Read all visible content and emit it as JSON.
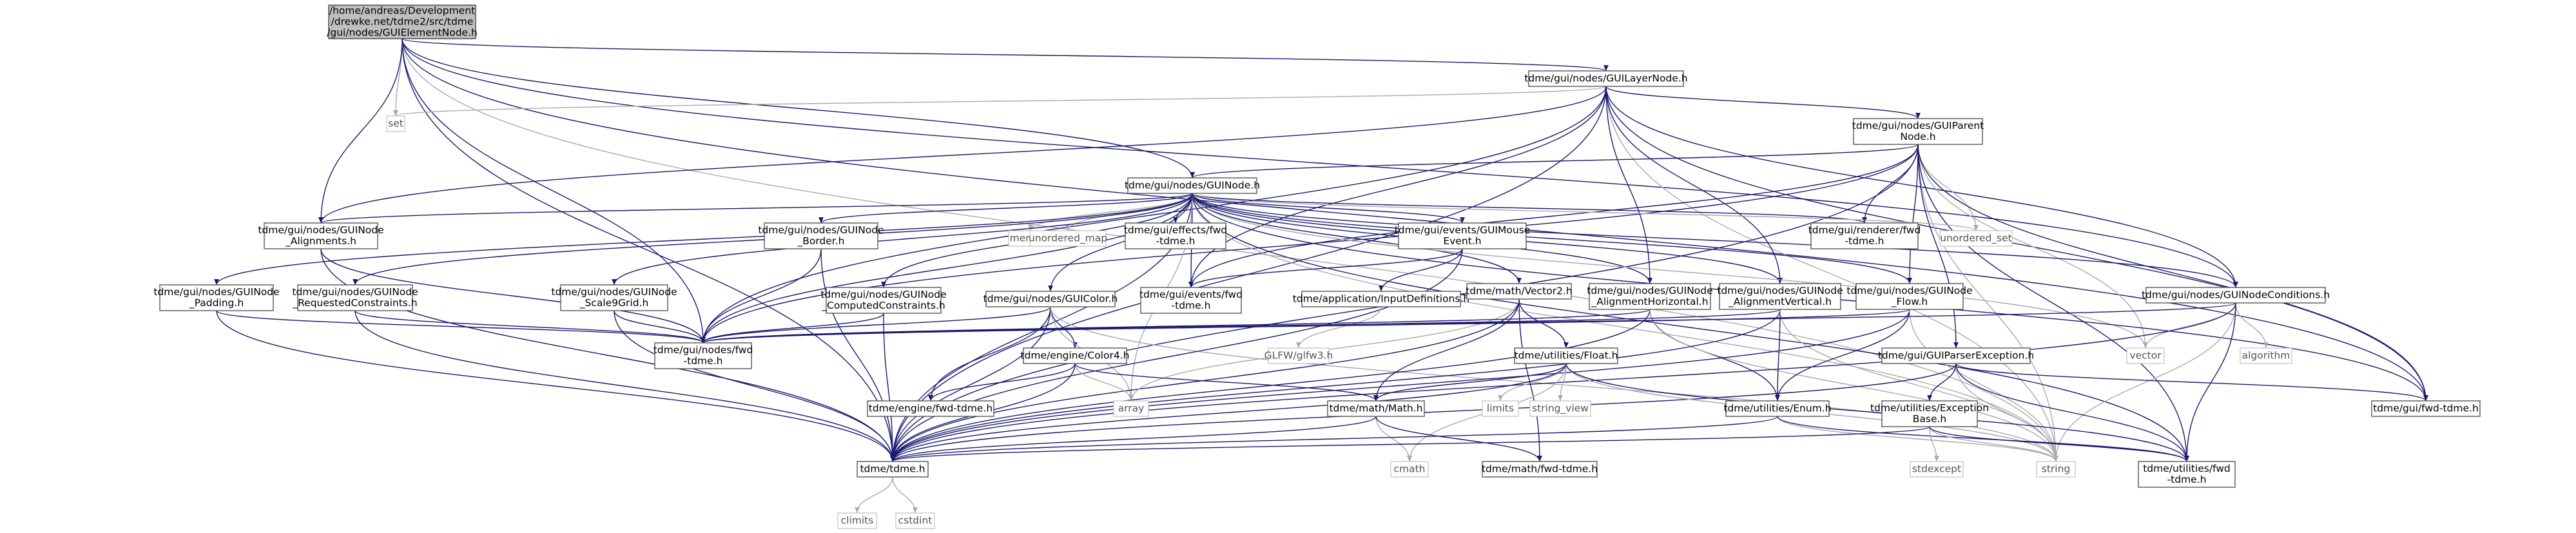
{
  "diagram": {
    "nodes": [
      {
        "id": "root",
        "lines": [
          "/home/andreas/Development",
          "/drewke.net/tdme2/src/tdme",
          "/gui/nodes/GUIElementNode.h"
        ],
        "kind": "root"
      },
      {
        "id": "layer",
        "lines": [
          "tdme/gui/nodes/GUILayerNode.h"
        ],
        "kind": "header"
      },
      {
        "id": "set",
        "lines": [
          "set"
        ],
        "kind": "sys"
      },
      {
        "id": "parent",
        "lines": [
          "tdme/gui/nodes/GUIParent",
          "Node.h"
        ],
        "kind": "header"
      },
      {
        "id": "guinode",
        "lines": [
          "tdme/gui/nodes/GUINode.h"
        ],
        "kind": "header"
      },
      {
        "id": "alignments",
        "lines": [
          "tdme/gui/nodes/GUINode",
          "_Alignments.h"
        ],
        "kind": "header"
      },
      {
        "id": "memory",
        "lines": [
          "memory"
        ],
        "kind": "sys"
      },
      {
        "id": "unordered_map",
        "lines": [
          "unordered_map"
        ],
        "kind": "sys"
      },
      {
        "id": "effects",
        "lines": [
          "tdme/gui/effects/fwd",
          "-tdme.h"
        ],
        "kind": "header"
      },
      {
        "id": "mouseevent",
        "lines": [
          "tdme/gui/events/GUIMouse",
          "Event.h"
        ],
        "kind": "header"
      },
      {
        "id": "renderer",
        "lines": [
          "tdme/gui/renderer/fwd",
          "-tdme.h"
        ],
        "kind": "header"
      },
      {
        "id": "unordered_set",
        "lines": [
          "unordered_set"
        ],
        "kind": "sys"
      },
      {
        "id": "padding",
        "lines": [
          "tdme/gui/nodes/GUINode",
          "_Padding.h"
        ],
        "kind": "header"
      },
      {
        "id": "reqconstraints",
        "lines": [
          "tdme/gui/nodes/GUINode",
          "_RequestedConstraints.h"
        ],
        "kind": "header"
      },
      {
        "id": "scale9",
        "lines": [
          "tdme/gui/nodes/GUINode",
          "_Scale9Grid.h"
        ],
        "kind": "header"
      },
      {
        "id": "border",
        "lines": [
          "tdme/gui/nodes/GUINode",
          "_Border.h"
        ],
        "kind": "header"
      },
      {
        "id": "compconstraints",
        "lines": [
          "tdme/gui/nodes/GUINode",
          "_ComputedConstraints.h"
        ],
        "kind": "header"
      },
      {
        "id": "guicolor",
        "lines": [
          "tdme/gui/nodes/GUIColor.h"
        ],
        "kind": "header"
      },
      {
        "id": "eventsfwd",
        "lines": [
          "tdme/gui/events/fwd",
          "-tdme.h"
        ],
        "kind": "header"
      },
      {
        "id": "inputdefs",
        "lines": [
          "tdme/application/InputDefinitions.h"
        ],
        "kind": "header"
      },
      {
        "id": "vector2",
        "lines": [
          "tdme/math/Vector2.h"
        ],
        "kind": "header"
      },
      {
        "id": "alignh",
        "lines": [
          "tdme/gui/nodes/GUINode",
          "_AlignmentHorizontal.h"
        ],
        "kind": "header"
      },
      {
        "id": "alignv",
        "lines": [
          "tdme/gui/nodes/GUINode",
          "_AlignmentVertical.h"
        ],
        "kind": "header"
      },
      {
        "id": "flow",
        "lines": [
          "tdme/gui/nodes/GUINode",
          "_Flow.h"
        ],
        "kind": "header"
      },
      {
        "id": "conditions",
        "lines": [
          "tdme/gui/nodes/GUINodeConditions.h"
        ],
        "kind": "header"
      },
      {
        "id": "nodesfwd",
        "lines": [
          "tdme/gui/nodes/fwd",
          "-tdme.h"
        ],
        "kind": "header"
      },
      {
        "id": "glfw",
        "lines": [
          "GLFW/glfw3.h"
        ],
        "kind": "sys"
      },
      {
        "id": "vector",
        "lines": [
          "vector"
        ],
        "kind": "sys"
      },
      {
        "id": "parserexc",
        "lines": [
          "tdme/gui/GUIParserException.h"
        ],
        "kind": "header"
      },
      {
        "id": "algorithm",
        "lines": [
          "algorithm"
        ],
        "kind": "sys"
      },
      {
        "id": "colorh",
        "lines": [
          "tdme/engine/Color4.h"
        ],
        "kind": "header"
      },
      {
        "id": "float",
        "lines": [
          "tdme/utilities/Float.h"
        ],
        "kind": "header"
      },
      {
        "id": "engfwd",
        "lines": [
          "tdme/engine/fwd-tdme.h"
        ],
        "kind": "header"
      },
      {
        "id": "array",
        "lines": [
          "array"
        ],
        "kind": "sys"
      },
      {
        "id": "limits",
        "lines": [
          "limits"
        ],
        "kind": "sys"
      },
      {
        "id": "string_view",
        "lines": [
          "string_view"
        ],
        "kind": "sys"
      },
      {
        "id": "mathh",
        "lines": [
          "tdme/math/Math.h"
        ],
        "kind": "header"
      },
      {
        "id": "enum",
        "lines": [
          "tdme/utilities/Enum.h"
        ],
        "kind": "header"
      },
      {
        "id": "excbase",
        "lines": [
          "tdme/utilities/Exception",
          "Base.h"
        ],
        "kind": "header"
      },
      {
        "id": "guifwd",
        "lines": [
          "tdme/gui/fwd-tdme.h"
        ],
        "kind": "header"
      },
      {
        "id": "tdmeh",
        "lines": [
          "tdme/tdme.h"
        ],
        "kind": "header"
      },
      {
        "id": "cmath",
        "lines": [
          "cmath"
        ],
        "kind": "sys"
      },
      {
        "id": "mathfwd",
        "lines": [
          "tdme/math/fwd-tdme.h"
        ],
        "kind": "header"
      },
      {
        "id": "stdexcept",
        "lines": [
          "stdexcept"
        ],
        "kind": "sys"
      },
      {
        "id": "string",
        "lines": [
          "string"
        ],
        "kind": "sys"
      },
      {
        "id": "utilfwd",
        "lines": [
          "tdme/utilities/fwd",
          "-tdme.h"
        ],
        "kind": "header"
      },
      {
        "id": "climits",
        "lines": [
          "climits"
        ],
        "kind": "sys"
      },
      {
        "id": "cstdint",
        "lines": [
          "cstdint"
        ],
        "kind": "sys"
      }
    ],
    "edges": [
      [
        "root",
        "layer"
      ],
      [
        "root",
        "set"
      ],
      [
        "root",
        "alignments"
      ],
      [
        "root",
        "conditions"
      ],
      [
        "root",
        "nodesfwd"
      ],
      [
        "root",
        "tdmeh"
      ],
      [
        "root",
        "string"
      ],
      [
        "root",
        "guifwd"
      ],
      [
        "root",
        "guinode"
      ],
      [
        "layer",
        "set"
      ],
      [
        "layer",
        "parent"
      ],
      [
        "layer",
        "alignments"
      ],
      [
        "layer",
        "conditions"
      ],
      [
        "layer",
        "nodesfwd"
      ],
      [
        "layer",
        "tdmeh"
      ],
      [
        "layer",
        "string"
      ],
      [
        "layer",
        "guifwd"
      ],
      [
        "layer",
        "eventsfwd"
      ],
      [
        "layer",
        "alignh"
      ],
      [
        "layer",
        "alignv"
      ],
      [
        "parent",
        "guinode"
      ],
      [
        "parent",
        "renderer"
      ],
      [
        "parent",
        "unordered_set"
      ],
      [
        "parent",
        "vector"
      ],
      [
        "parent",
        "string"
      ],
      [
        "parent",
        "eventsfwd"
      ],
      [
        "parent",
        "parserexc"
      ],
      [
        "parent",
        "flow"
      ],
      [
        "parent",
        "guifwd"
      ],
      [
        "parent",
        "utilfwd"
      ],
      [
        "parent",
        "tdmeh"
      ],
      [
        "parent",
        "nodesfwd"
      ],
      [
        "guinode",
        "alignments"
      ],
      [
        "guinode",
        "memory"
      ],
      [
        "guinode",
        "unordered_map"
      ],
      [
        "guinode",
        "effects"
      ],
      [
        "guinode",
        "mouseevent"
      ],
      [
        "guinode",
        "renderer"
      ],
      [
        "guinode",
        "unordered_set"
      ],
      [
        "guinode",
        "padding"
      ],
      [
        "guinode",
        "reqconstraints"
      ],
      [
        "guinode",
        "scale9"
      ],
      [
        "guinode",
        "border"
      ],
      [
        "guinode",
        "compconstraints"
      ],
      [
        "guinode",
        "guicolor"
      ],
      [
        "guinode",
        "eventsfwd"
      ],
      [
        "guinode",
        "vector2"
      ],
      [
        "guinode",
        "alignh"
      ],
      [
        "guinode",
        "alignv"
      ],
      [
        "guinode",
        "flow"
      ],
      [
        "guinode",
        "conditions"
      ],
      [
        "guinode",
        "nodesfwd"
      ],
      [
        "guinode",
        "vector"
      ],
      [
        "guinode",
        "string"
      ],
      [
        "guinode",
        "tdmeh"
      ],
      [
        "guinode",
        "array"
      ],
      [
        "guinode",
        "guifwd"
      ],
      [
        "guinode",
        "utilfwd"
      ],
      [
        "alignments",
        "nodesfwd"
      ],
      [
        "alignments",
        "tdmeh"
      ],
      [
        "padding",
        "nodesfwd"
      ],
      [
        "padding",
        "tdmeh"
      ],
      [
        "reqconstraints",
        "nodesfwd"
      ],
      [
        "reqconstraints",
        "tdmeh"
      ],
      [
        "scale9",
        "nodesfwd"
      ],
      [
        "scale9",
        "tdmeh"
      ],
      [
        "border",
        "nodesfwd"
      ],
      [
        "border",
        "tdmeh"
      ],
      [
        "compconstraints",
        "nodesfwd"
      ],
      [
        "compconstraints",
        "tdmeh"
      ],
      [
        "guicolor",
        "nodesfwd"
      ],
      [
        "guicolor",
        "colorh"
      ],
      [
        "guicolor",
        "tdmeh"
      ],
      [
        "guicolor",
        "array"
      ],
      [
        "guicolor",
        "engfwd"
      ],
      [
        "guicolor",
        "string"
      ],
      [
        "mouseevent",
        "eventsfwd"
      ],
      [
        "mouseevent",
        "inputdefs"
      ],
      [
        "mouseevent",
        "tdmeh"
      ],
      [
        "inputdefs",
        "glfw"
      ],
      [
        "vector2",
        "float"
      ],
      [
        "vector2",
        "mathh"
      ],
      [
        "vector2",
        "tdmeh"
      ],
      [
        "vector2",
        "array"
      ],
      [
        "vector2",
        "mathfwd"
      ],
      [
        "alignh",
        "nodesfwd"
      ],
      [
        "alignh",
        "enum"
      ],
      [
        "alignh",
        "tdmeh"
      ],
      [
        "alignh",
        "string"
      ],
      [
        "alignv",
        "nodesfwd"
      ],
      [
        "alignv",
        "enum"
      ],
      [
        "alignv",
        "tdmeh"
      ],
      [
        "alignv",
        "string"
      ],
      [
        "flow",
        "nodesfwd"
      ],
      [
        "flow",
        "enum"
      ],
      [
        "flow",
        "tdmeh"
      ],
      [
        "flow",
        "string"
      ],
      [
        "conditions",
        "nodesfwd"
      ],
      [
        "conditions",
        "vector"
      ],
      [
        "conditions",
        "algorithm"
      ],
      [
        "conditions",
        "string"
      ],
      [
        "conditions",
        "utilfwd"
      ],
      [
        "conditions",
        "tdmeh"
      ],
      [
        "parserexc",
        "guifwd"
      ],
      [
        "parserexc",
        "excbase"
      ],
      [
        "parserexc",
        "tdmeh"
      ],
      [
        "parserexc",
        "string"
      ],
      [
        "parserexc",
        "utilfwd"
      ],
      [
        "colorh",
        "engfwd"
      ],
      [
        "colorh",
        "mathh"
      ],
      [
        "colorh",
        "array"
      ],
      [
        "colorh",
        "tdmeh"
      ],
      [
        "float",
        "limits"
      ],
      [
        "float",
        "string_view"
      ],
      [
        "float",
        "mathh"
      ],
      [
        "float",
        "tdmeh"
      ],
      [
        "float",
        "cmath"
      ],
      [
        "float",
        "string"
      ],
      [
        "float",
        "utilfwd"
      ],
      [
        "mathh",
        "cmath"
      ],
      [
        "mathh",
        "tdmeh"
      ],
      [
        "mathh",
        "mathfwd"
      ],
      [
        "enum",
        "tdmeh"
      ],
      [
        "enum",
        "string"
      ],
      [
        "enum",
        "utilfwd"
      ],
      [
        "excbase",
        "stdexcept"
      ],
      [
        "excbase",
        "string"
      ],
      [
        "excbase",
        "tdmeh"
      ],
      [
        "excbase",
        "utilfwd"
      ],
      [
        "tdmeh",
        "climits"
      ],
      [
        "tdmeh",
        "cstdint"
      ]
    ]
  }
}
